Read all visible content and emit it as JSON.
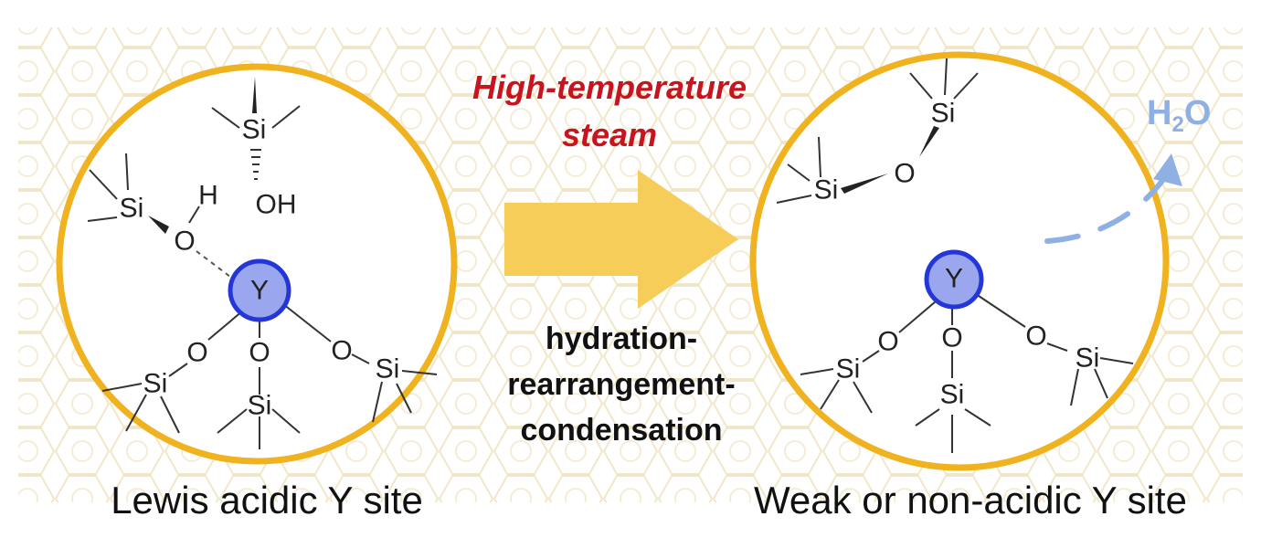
{
  "left_panel": {
    "caption": "Lewis acidic Y site",
    "center_atom": "Y",
    "atoms": {
      "si_top": "Si",
      "oh_top": "OH",
      "si_left": "Si",
      "o_hbond": "O",
      "h_hbond": "H",
      "o_left": "O",
      "o_mid": "O",
      "o_right": "O",
      "si_bl": "Si",
      "si_bm": "Si",
      "si_br": "Si"
    }
  },
  "right_panel": {
    "caption": "Weak or non-acidic Y site",
    "center_atom": "Y",
    "water_label_main": "H",
    "water_label_sub": "2",
    "water_label_end": "O",
    "atoms": {
      "si_top": "Si",
      "o_bridge": "O",
      "si_left": "Si",
      "o_left": "O",
      "o_mid": "O",
      "o_right": "O",
      "si_bl": "Si",
      "si_bm": "Si",
      "si_br": "Si"
    }
  },
  "process": {
    "condition_line1": "High-temperature",
    "condition_line2": "steam",
    "mechanism_line1": "hydration-",
    "mechanism_line2": "rearrangement-",
    "mechanism_line3": "condensation"
  },
  "colors": {
    "circle_border": "#f0b21e",
    "arrow_fill": "#f7cd5a",
    "y_ring": "#2436d8",
    "y_fill": "#9aa6ee",
    "water_arrow": "#8fb0e2",
    "condition_text": "#c8141e",
    "background_pattern": "#efe4c2"
  }
}
